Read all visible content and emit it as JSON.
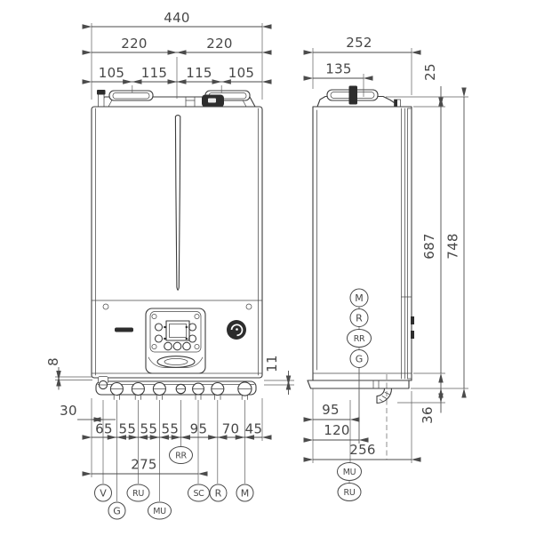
{
  "front": {
    "top_dims": {
      "overall": "440",
      "left_half": "220",
      "right_half": "220",
      "q1": "105",
      "q2": "115",
      "q3": "115",
      "q4": "105"
    },
    "bottom_dims": {
      "gap_left": "8",
      "gap_right": "11",
      "valve_offset": "30",
      "sp1": "65",
      "sp2": "55",
      "sp3": "55",
      "sp4": "55",
      "sp5": "95",
      "sp6": "70",
      "sp7": "45",
      "sc_offset": "275"
    },
    "labels": {
      "v": "V",
      "g": "G",
      "ru": "RU",
      "mu": "MU",
      "rr": "RR",
      "sc": "SC",
      "r": "R",
      "m": "M"
    }
  },
  "side": {
    "dims": {
      "depth": "252",
      "flue_offset": "135",
      "cap_height": "25",
      "body_height": "687",
      "total_height": "748",
      "bottom_gap": "36",
      "w95": "95",
      "w120": "120",
      "w256": "256"
    },
    "labels": {
      "m": "M",
      "r": "R",
      "rr": "RR",
      "g": "G",
      "mu": "MU",
      "ru": "RU"
    }
  },
  "colors": {
    "line": "#3c3c3c",
    "dimension": "#4b4b4b",
    "text": "#474747",
    "dark_fill": "#2d2d2d"
  }
}
